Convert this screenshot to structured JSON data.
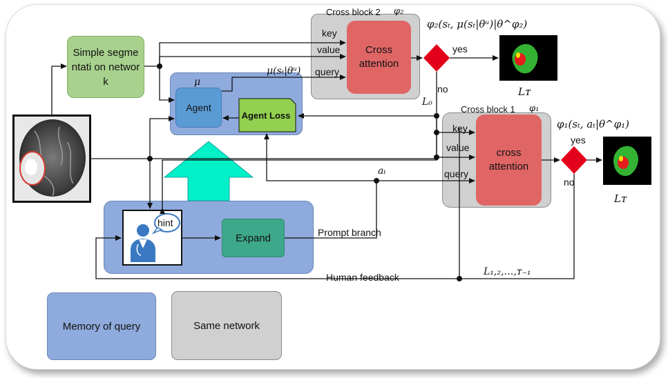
{
  "blocks": {
    "segmentation": "Simple segmentati on network",
    "cross2_title": "Cross block 2",
    "cross2_sym": "φ₂",
    "cross2_inner": "Cross attention",
    "cross1_title": "Cross block 1",
    "cross1_sym": "φ₁",
    "cross1_inner": "cross attention",
    "agent": "Agent",
    "agent_mu": "μ",
    "agent_loss": "Agent Loss",
    "expand": "Expand",
    "hint": "hint"
  },
  "inputs2": {
    "key": "key",
    "value": "value",
    "query": "query"
  },
  "inputs1": {
    "key": "key",
    "value": "value",
    "query": "query"
  },
  "labels": {
    "mu_expr": "μ(sₜ|θᵘ)",
    "phi2_expr": "φ₂(sₜ, μ(sₜ|θᵘ)|θ^φ₂)",
    "phi1_expr": "φ₁(sₜ, aₜ|θ^φ₁)",
    "yes_top": "yes",
    "no_top": "no",
    "yes_right": "yes",
    "no_right": "no",
    "L0": "L₀",
    "LT_top": "Lᴛ",
    "LT_right": "Lᴛ",
    "at": "aₜ",
    "prompt_branch": "Prompt branch",
    "human_feedback": "Human feedback",
    "L_seq": "L₁,₂,…,ᴛ₋₁"
  },
  "legend": {
    "memory": "Memory of query",
    "same": "Same network"
  },
  "colors": {
    "green_box": "#a9d18e",
    "memory_blue": "#8faadc",
    "agent_blue": "#5b9bd5",
    "gray": "#d0d0d0",
    "attention_red": "#e06666",
    "decision_red": "#e3001b",
    "cyan_arrow": "#00f0c8",
    "expand_teal": "#3ea88a",
    "loss_green": "#92d050"
  }
}
